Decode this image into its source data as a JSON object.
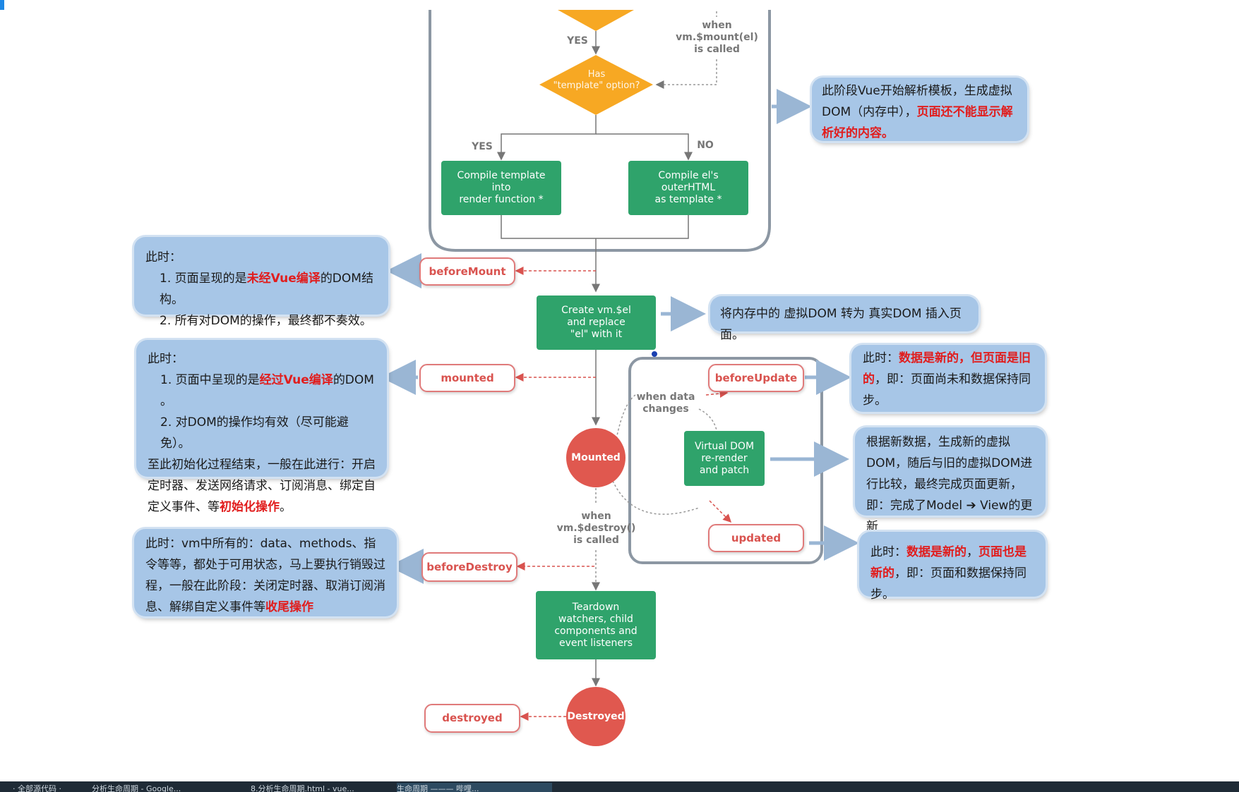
{
  "colors": {
    "note_bg": "#a7c6e7",
    "note_red": "#e11d1d",
    "hook_border": "#e07a7a",
    "hook_text": "#d9534f",
    "green": "#2fa36b",
    "diamond": "#f7a823",
    "circle": "#e0584f",
    "frame": "#8c97a3"
  },
  "flow": {
    "yes_top": "YES",
    "when_mount": "when\nvm.$mount(el)\nis called",
    "has_template": "Has\n\"template\" option?",
    "yes_left": "YES",
    "no_right": "NO",
    "compile_template": "Compile template\ninto\nrender function *",
    "compile_el": "Compile el's\nouterHTML\nas template *",
    "create_vm": "Create vm.$el\nand replace\n\"el\" with it",
    "mounted_circle": "Mounted",
    "when_data_changes": "when data\nchanges",
    "virtual_dom": "Virtual DOM\nre-render\nand patch",
    "when_destroy": "when\nvm.$destroy()\nis called",
    "teardown": "Teardown\nwatchers, child\ncomponents and\nevent listeners",
    "destroyed_circle": "Destroyed"
  },
  "hooks": {
    "before_mount": "beforeMount",
    "mounted": "mounted",
    "before_update": "beforeUpdate",
    "updated": "updated",
    "before_destroy": "beforeDestroy",
    "destroyed": "destroyed"
  },
  "notes": {
    "template_parse": {
      "a": "此阶段Vue开始解析模板，生成虚拟DOM（内存中），",
      "b": "页面还不能显示解析好的内容。"
    },
    "before_mount": {
      "l1": "此时：",
      "l2a": "1. 页面呈现的是",
      "l2red": "未经Vue编译",
      "l2b": "的DOM结构。",
      "l3": "2. 所有对DOM的操作，最终都不奏效。"
    },
    "vdom_insert": "将内存中的 虚拟DOM 转为 真实DOM 插入页面。",
    "mounted": {
      "l1": "此时：",
      "l2a": "1. 页面中呈现的是",
      "l2red": "经过Vue编译",
      "l2b": "的DOM 。",
      "l3": "2. 对DOM的操作均有效（尽可能避免）。",
      "l4": "至此初始化过程结束，一般在此进行：开启定时器、发送网络请求、订阅消息、绑定自定义事件、等",
      "l4red": "初始化操作",
      "l4end": "。"
    },
    "before_update": {
      "a": "此时：",
      "red": "数据是新的，但页面是旧的",
      "b": "，即：页面尚未和数据保持同步。"
    },
    "new_vdom": "根据新数据，生成新的虚拟DOM，随后与旧的虚拟DOM进行比较，最终完成页面更新，即：完成了Model ➔ View的更新",
    "updated": {
      "a": "此时：",
      "red1": "数据是新的",
      "comma": "，",
      "red2": "页面也是新的",
      "b": "，即：页面和数据保持同步。"
    },
    "before_destroy": {
      "a": "此时：vm中所有的：data、methods、指令等等，都处于可用状态，马上要执行销毁过程，一般在此阶段：关闭定时器、取消订阅消息、解绑自定义事件等",
      "red": "收尾操作"
    }
  },
  "taskbar": {
    "tab1": "· 全部源代码 ·",
    "tab2": "分析生命周期 - Google...",
    "tab3": "8.分析生命周期.html - vue...",
    "tab4": "生命周期 ——— 哔哩..."
  }
}
